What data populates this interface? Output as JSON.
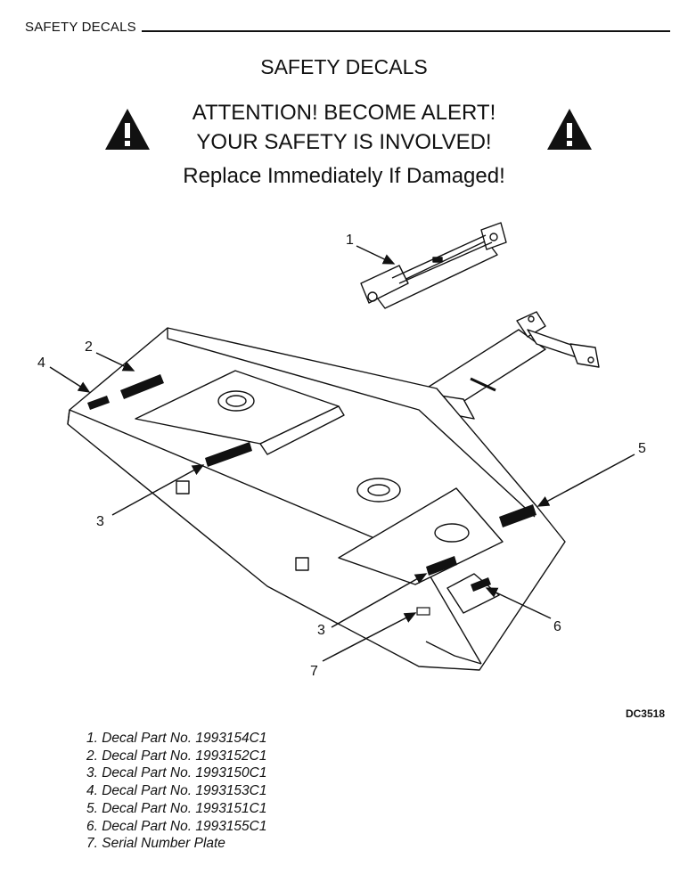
{
  "header": {
    "label": "SAFETY DECALS"
  },
  "title": "SAFETY DECALS",
  "warning": {
    "line1": "ATTENTION! BECOME ALERT!",
    "line2": "YOUR SAFETY IS INVOLVED!",
    "line3": "Replace Immediately If Damaged!"
  },
  "icons": {
    "left": "warning-triangle-icon",
    "right": "warning-triangle-icon"
  },
  "diagram": {
    "callouts": [
      "1",
      "2",
      "3",
      "4",
      "5",
      "6",
      "3",
      "7"
    ],
    "code": "DC3518"
  },
  "parts": [
    "1. Decal Part No. 1993154C1",
    "2. Decal Part No. 1993152C1",
    "3. Decal Part No. 1993150C1",
    "4. Decal Part No. 1993153C1",
    "5. Decal Part No. 1993151C1",
    "6. Decal Part No. 1993155C1",
    "7. Serial Number Plate"
  ]
}
